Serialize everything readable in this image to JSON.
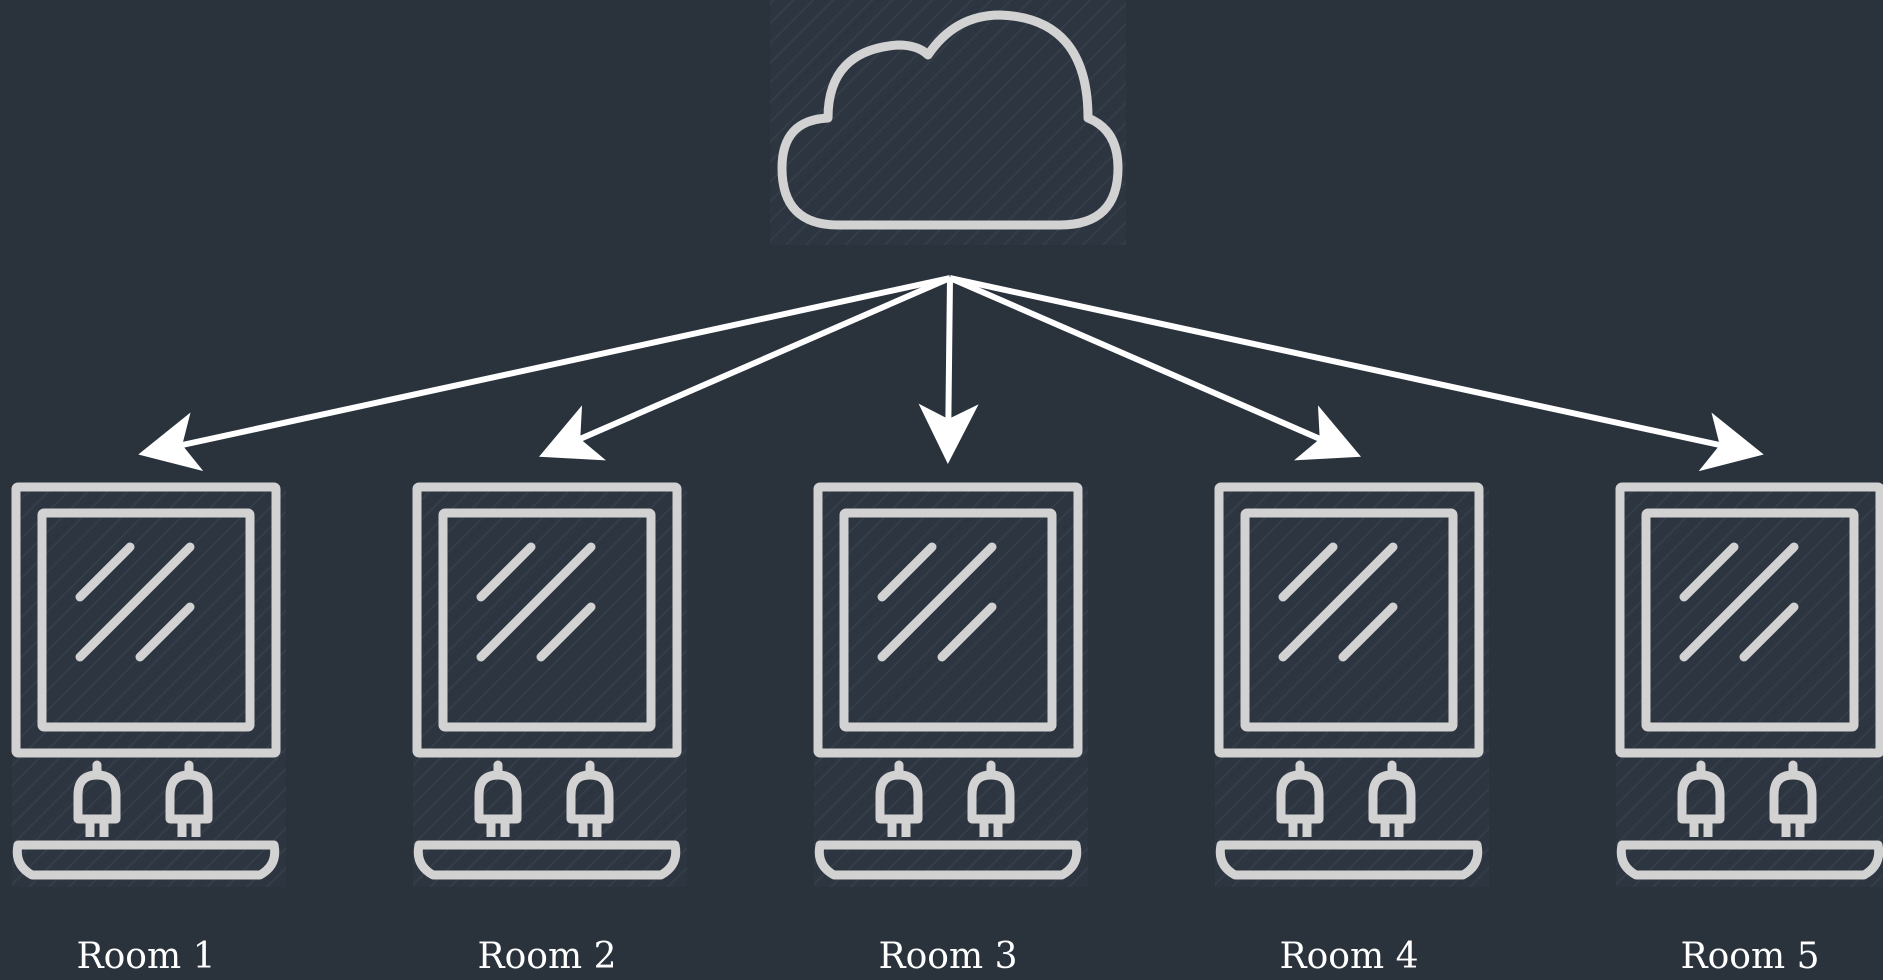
{
  "colors": {
    "background": "#2a323c",
    "icon_stroke": "#d2d2d2",
    "arrow": "#ffffff",
    "label": "#ffffff"
  },
  "source": {
    "icon": "cloud-icon"
  },
  "rooms": [
    {
      "label": "Room 1",
      "icon": "room-icon"
    },
    {
      "label": "Room 2",
      "icon": "room-icon"
    },
    {
      "label": "Room 3",
      "icon": "room-icon"
    },
    {
      "label": "Room 4",
      "icon": "room-icon"
    },
    {
      "label": "Room 5",
      "icon": "room-icon"
    }
  ]
}
